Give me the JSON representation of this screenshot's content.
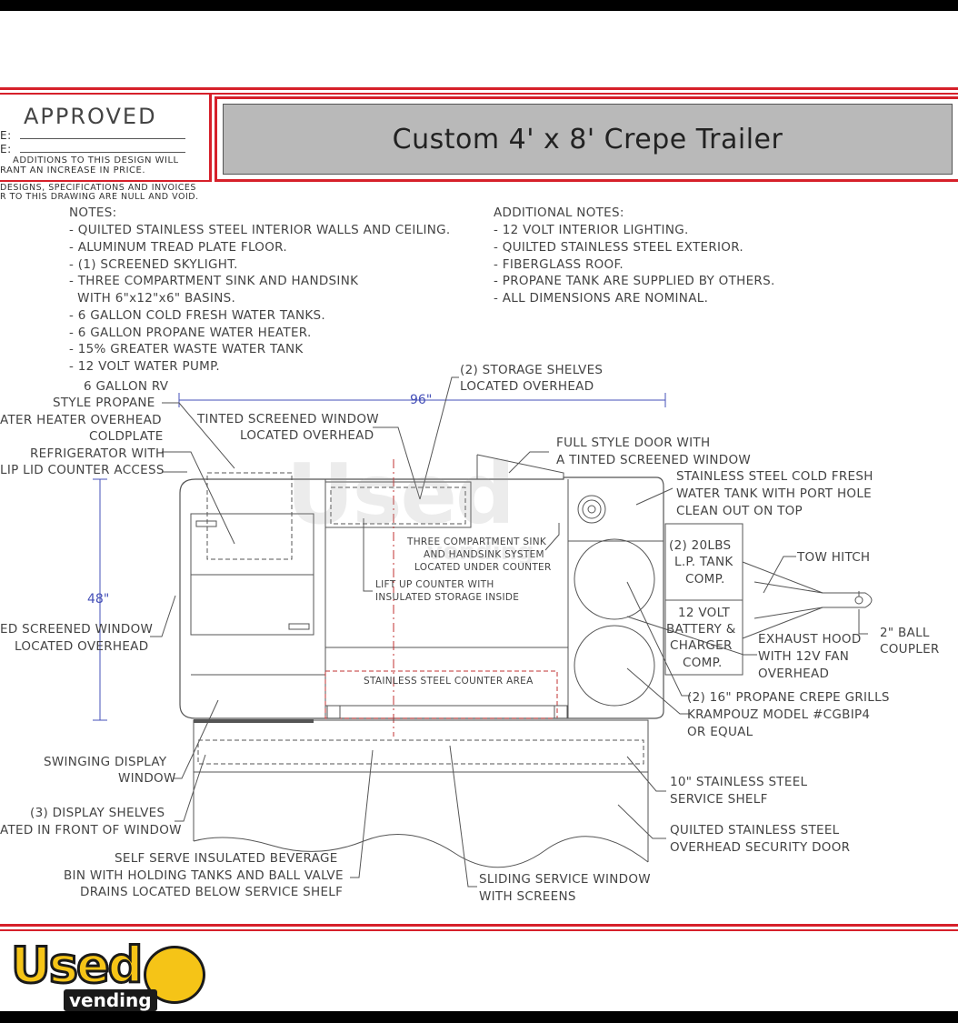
{
  "header": {
    "approved": "APPROVED",
    "line1": "E:",
    "line2": "E:",
    "warn1": "ADDITIONS TO THIS DESIGN WILL",
    "warn2": "RANT AN INCREASE IN PRICE.",
    "fine1": "DESIGNS, SPECIFICATIONS AND INVOICES",
    "fine2": "R TO THIS DRAWING ARE NULL AND VOID.",
    "title": "Custom 4' x 8' Crepe Trailer"
  },
  "notes_left": {
    "heading": "NOTES:",
    "items": [
      "- QUILTED STAINLESS STEEL INTERIOR WALLS AND CEILING.",
      "- ALUMINUM TREAD PLATE FLOOR.",
      "- (1) SCREENED SKYLIGHT.",
      "- THREE COMPARTMENT SINK AND HANDSINK",
      "  WITH 6\"x12\"x6\" BASINS.",
      "- 6 GALLON COLD FRESH WATER TANKS.",
      "- 6 GALLON PROPANE WATER HEATER.",
      "- 15% GREATER WASTE WATER TANK",
      "- 12 VOLT WATER PUMP."
    ]
  },
  "notes_right": {
    "heading": "ADDITIONAL NOTES:",
    "items": [
      "- 12 VOLT INTERIOR LIGHTING.",
      "- QUILTED STAINLESS STEEL EXTERIOR.",
      "- FIBERGLASS ROOF.",
      "- PROPANE TANK ARE SUPPLIED BY OTHERS.",
      "- ALL DIMENSIONS ARE NOMINAL."
    ]
  },
  "dimensions": {
    "width": "96\"",
    "height": "48\""
  },
  "labels": {
    "water_heater": [
      "6 GALLON RV",
      "STYLE PROPANE",
      "ATER HEATER OVERHEAD"
    ],
    "fridge": [
      "COLDPLATE",
      "REFRIGERATOR WITH",
      "LIP LID COUNTER ACCESS"
    ],
    "tinted_window": [
      "TINTED SCREENED WINDOW",
      "LOCATED OVERHEAD"
    ],
    "storage_shelves": [
      "(2) STORAGE SHELVES",
      "LOCATED OVERHEAD"
    ],
    "door": [
      "FULL STYLE DOOR WITH",
      "A TINTED SCREENED WINDOW"
    ],
    "fresh_tank": [
      "STAINLESS STEEL COLD FRESH",
      "WATER TANK WITH PORT HOLE",
      "CLEAN OUT ON TOP"
    ],
    "sink_system": [
      "THREE COMPARTMENT SINK",
      "AND HANDSINK SYSTEM",
      "LOCATED UNDER COUNTER"
    ],
    "lift_counter": [
      "LIFT UP COUNTER WITH",
      "INSULATED STORAGE INSIDE"
    ],
    "lp_tank": [
      "(2) 20LBS",
      "L.P. TANK",
      "COMP."
    ],
    "battery": [
      "12 VOLT",
      "BATTERY &",
      "CHARGER",
      "COMP."
    ],
    "tow_hitch": "TOW HITCH",
    "coupler": [
      "2\" BALL",
      "COUPLER"
    ],
    "exhaust": [
      "EXHAUST HOOD",
      "WITH 12V FAN",
      "OVERHEAD"
    ],
    "side_window": [
      "ED SCREENED WINDOW",
      "LOCATED OVERHEAD"
    ],
    "counter_area": "STAINLESS STEEL COUNTER AREA",
    "grills": [
      "(2) 16\" PROPANE CREPE GRILLS",
      "KRAMPOUZ MODEL #CGBIP4",
      "OR EQUAL"
    ],
    "display_window": [
      "SWINGING DISPLAY",
      "WINDOW"
    ],
    "service_shelf": [
      "10\" STAINLESS STEEL",
      "SERVICE SHELF"
    ],
    "display_shelves": [
      "(3) DISPLAY SHELVES",
      "ATED IN FRONT OF WINDOW"
    ],
    "security_door": [
      "QUILTED STAINLESS STEEL",
      "OVERHEAD SECURITY DOOR"
    ],
    "beverage_bin": [
      "SELF SERVE INSULATED BEVERAGE",
      "BIN WITH HOLDING TANKS AND BALL VALVE",
      "DRAINS LOCATED BELOW SERVICE SHELF"
    ],
    "service_window": [
      "SLIDING SERVICE WINDOW",
      "WITH SCREENS"
    ]
  },
  "logo": {
    "word1": "Used",
    "word2": "vending"
  },
  "colors": {
    "border_red": "#d6202a",
    "dimension_blue": "#4550b8",
    "logo_yellow": "#f5c417"
  }
}
